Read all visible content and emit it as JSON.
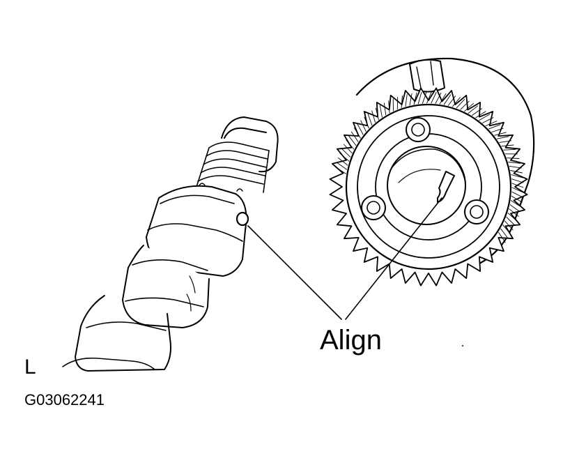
{
  "callout": {
    "label": "Align"
  },
  "side_marker": "L",
  "figure_code": "G03062241",
  "colors": {
    "ink": "#000000",
    "paper": "#ffffff"
  }
}
